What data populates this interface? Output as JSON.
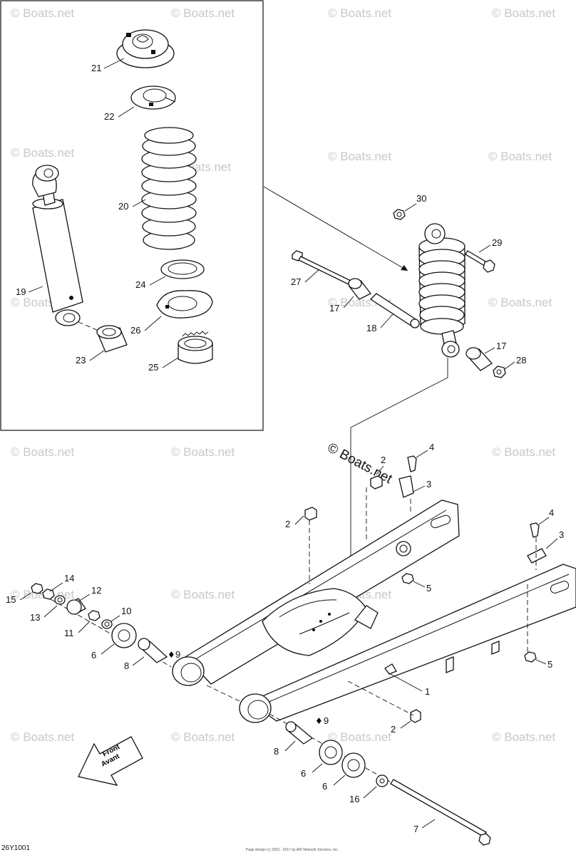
{
  "watermark": "© Boats.net",
  "diagram_code": "26Y1001",
  "footer_copyright": "Page design (c) 2001 - 2017 by ARI Network Services, Inc.",
  "direction_label": {
    "line1": "Front",
    "line2": "Avant"
  },
  "oil_symbol": "♦",
  "callouts": {
    "c1": "1",
    "c2a": "2",
    "c2b": "2",
    "c2c": "2",
    "c3a": "3",
    "c3b": "3",
    "c4a": "4",
    "c4b": "4",
    "c5a": "5",
    "c5b": "5",
    "c6a": "6",
    "c6b": "6",
    "c6c": "6",
    "c7": "7",
    "c8a": "8",
    "c8b": "8",
    "c9a": "9",
    "c9b": "9",
    "c10": "10",
    "c11": "11",
    "c12": "12",
    "c13": "13",
    "c14": "14",
    "c15": "15",
    "c16": "16",
    "c17a": "17",
    "c17b": "17",
    "c18": "18",
    "c19": "19",
    "c20": "20",
    "c21": "21",
    "c22": "22",
    "c23": "23",
    "c24": "24",
    "c25": "25",
    "c26": "26",
    "c27": "27",
    "c28": "28",
    "c29": "29",
    "c30": "30"
  }
}
